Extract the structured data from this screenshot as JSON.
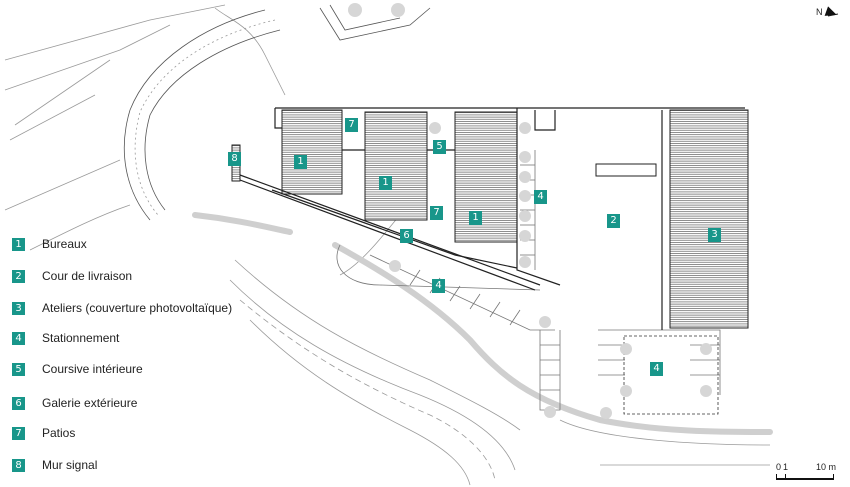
{
  "legend": {
    "items": [
      {
        "num": "1",
        "label": "Bureaux"
      },
      {
        "num": "2",
        "label": "Cour de livraison"
      },
      {
        "num": "3",
        "label": "Ateliers (couverture photovoltaïque)"
      },
      {
        "num": "4",
        "label": "Stationnement"
      },
      {
        "num": "5",
        "label": "Coursive intérieure"
      },
      {
        "num": "6",
        "label": "Galerie extérieure"
      },
      {
        "num": "7",
        "label": "Patios"
      },
      {
        "num": "8",
        "label": "Mur signal"
      }
    ]
  },
  "north": {
    "label": "N"
  },
  "scale": {
    "start": "0",
    "one": "1",
    "end": "10 m"
  },
  "map_labels": [
    "8",
    "1",
    "7",
    "1",
    "5",
    "1",
    "7",
    "6",
    "4",
    "4",
    "2",
    "3",
    "4"
  ],
  "colors": {
    "accent": "#18968a",
    "line": "#333333",
    "path": "#cfcfcf"
  }
}
